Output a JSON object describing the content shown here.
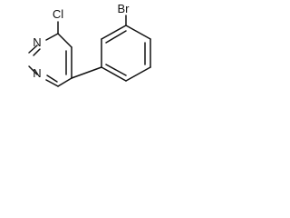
{
  "structure": {
    "atoms": [
      {
        "id": "n1",
        "label": "N"
      },
      {
        "id": "n2",
        "label": "N"
      },
      {
        "id": "cl",
        "label": "Cl"
      },
      {
        "id": "br",
        "label": "Br"
      }
    ]
  },
  "colors": {
    "ink": "#111111",
    "background": "#ffffff"
  }
}
